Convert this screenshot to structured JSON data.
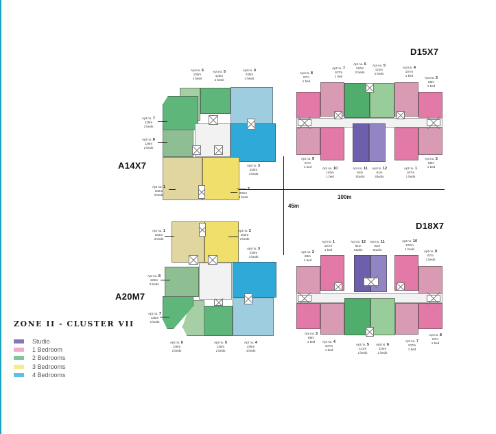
{
  "page": {
    "accent_color": "#1aa3c0"
  },
  "legend": {
    "title": "ZONE II - CLUSTER VII",
    "items": [
      {
        "label": "Studio",
        "color": "#8577b8"
      },
      {
        "label": "1 Bedroom",
        "color": "#efacc8"
      },
      {
        "label": "2 Bedrooms",
        "color": "#7fc79a"
      },
      {
        "label": "3 Bedrooms",
        "color": "#f5ec8a"
      },
      {
        "label": "4 Bedrooms",
        "color": "#62bfe3"
      }
    ]
  },
  "scale": {
    "horizontal": "100m",
    "vertical": "45m"
  },
  "buildings": {
    "a14x7": {
      "name": "A14X7",
      "apartments": [
        {
          "no": "1",
          "prefix": "Apt no.",
          "area": "202m",
          "beds": "3 beds"
        },
        {
          "no": "2",
          "prefix": "Apt no.",
          "area": "202m",
          "beds": "3 beds"
        },
        {
          "no": "3",
          "prefix": "Apt no.",
          "area": "235m",
          "beds": "4 beds"
        },
        {
          "no": "4",
          "prefix": "Apt no.",
          "area": "235m",
          "beds": "4 beds"
        },
        {
          "no": "5",
          "prefix": "Apt no.",
          "area": "125m",
          "beds": "2 beds"
        },
        {
          "no": "6",
          "prefix": "Apt no.",
          "area": "135m",
          "beds": "2 beds"
        },
        {
          "no": "7",
          "prefix": "Apt no.",
          "area": "135m",
          "beds": "2 beds"
        },
        {
          "no": "8",
          "prefix": "Apt no.",
          "area": "126m",
          "beds": "2 beds"
        }
      ]
    },
    "a20m7": {
      "name": "A20M7",
      "apartments": [
        {
          "no": "1",
          "prefix": "Apt no.",
          "area": "202m",
          "beds": "3 beds"
        },
        {
          "no": "2",
          "prefix": "Apt no.",
          "area": "202m",
          "beds": "3 beds"
        },
        {
          "no": "3",
          "prefix": "Apt no.",
          "area": "235m",
          "beds": "4 beds"
        },
        {
          "no": "4",
          "prefix": "Apt no.",
          "area": "235m",
          "beds": "4 beds"
        },
        {
          "no": "5",
          "prefix": "Apt no.",
          "area": "125m",
          "beds": "2 beds"
        },
        {
          "no": "6",
          "prefix": "Apt no.",
          "area": "135m",
          "beds": "2 beds"
        },
        {
          "no": "7",
          "prefix": "Apt no.",
          "area": "135m",
          "beds": "2 beds"
        },
        {
          "no": "8",
          "prefix": "Apt no.",
          "area": "126m",
          "beds": "2 beds"
        }
      ]
    },
    "d15x7": {
      "name": "D15X7",
      "apartments": [
        {
          "no": "1",
          "prefix": "Apt no.",
          "area": "107m",
          "beds": "1 beds"
        },
        {
          "no": "2",
          "prefix": "Apt no.",
          "area": "88m",
          "beds": "1 bed"
        },
        {
          "no": "3",
          "prefix": "Apt no.",
          "area": "88m",
          "beds": "1 bed"
        },
        {
          "no": "4",
          "prefix": "Apt no.",
          "area": "107m",
          "beds": "1 bed"
        },
        {
          "no": "5",
          "prefix": "Apt no.",
          "area": "121m",
          "beds": "2 beds"
        },
        {
          "no": "6",
          "prefix": "Apt no.",
          "area": "120m",
          "beds": "2 beds"
        },
        {
          "no": "7",
          "prefix": "Apt no.",
          "area": "107m",
          "beds": "1 bed"
        },
        {
          "no": "8",
          "prefix": "Apt no.",
          "area": "87m",
          "beds": "1 bed"
        },
        {
          "no": "9",
          "prefix": "Apt no.",
          "area": "87m",
          "beds": "1 bed"
        },
        {
          "no": "10",
          "prefix": "Apt no.",
          "area": "102m",
          "beds": "1 bed"
        },
        {
          "no": "11",
          "prefix": "Apt no.",
          "area": "62m",
          "beds": "Studio"
        },
        {
          "no": "12",
          "prefix": "Apt no.",
          "area": "61m",
          "beds": "Studio"
        }
      ]
    },
    "d18x7": {
      "name": "D18X7",
      "apartments": [
        {
          "no": "1",
          "prefix": "Apt no.",
          "area": "107m",
          "beds": "1 bed"
        },
        {
          "no": "2",
          "prefix": "Apt no.",
          "area": "88m",
          "beds": "1 bed"
        },
        {
          "no": "3",
          "prefix": "Apt no.",
          "area": "88m",
          "beds": "1 bed"
        },
        {
          "no": "4",
          "prefix": "Apt no.",
          "area": "107m",
          "beds": "1 bed"
        },
        {
          "no": "5",
          "prefix": "Apt no.",
          "area": "121m",
          "beds": "2 beds"
        },
        {
          "no": "6",
          "prefix": "Apt no.",
          "area": "120m",
          "beds": "2 beds"
        },
        {
          "no": "7",
          "prefix": "Apt no.",
          "area": "107m",
          "beds": "1 bed"
        },
        {
          "no": "8",
          "prefix": "Apt no.",
          "area": "87m",
          "beds": "1 bed"
        },
        {
          "no": "9",
          "prefix": "Apt no.",
          "area": "87m",
          "beds": "1 beds"
        },
        {
          "no": "10",
          "prefix": "Apt no.",
          "area": "102m",
          "beds": "1 beds"
        },
        {
          "no": "11",
          "prefix": "Apt no.",
          "area": "62m",
          "beds": "Studio"
        },
        {
          "no": "12",
          "prefix": "Apt no.",
          "area": "61m",
          "beds": "Studio"
        }
      ]
    }
  }
}
